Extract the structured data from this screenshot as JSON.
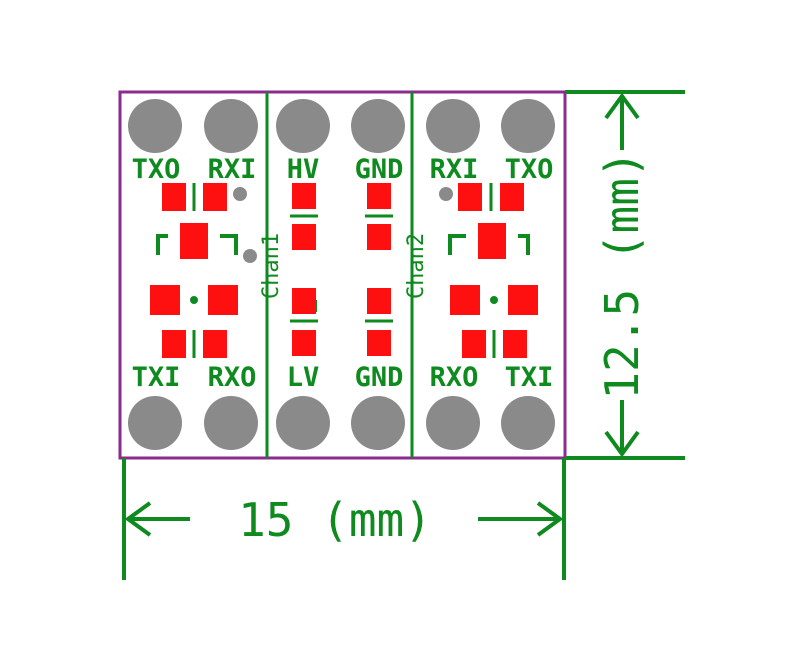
{
  "colors": {
    "board_outline": "#8b2a8f",
    "silkscreen": "#0e8a1f",
    "pad_gray": "#8a8a8a",
    "pad_red": "#ff1010",
    "background": "#ffffff"
  },
  "board": {
    "top_labels": [
      "TXO",
      "RXI",
      "HV",
      "GND",
      "RXI",
      "TXO"
    ],
    "bottom_labels": [
      "TXI",
      "RXO",
      "LV",
      "GND",
      "RXO",
      "TXI"
    ],
    "channel_labels": [
      "Chan1",
      "Chan2"
    ]
  },
  "dimensions": {
    "width_label": "15 (mm)",
    "height_label": "12.5 (mm)"
  }
}
